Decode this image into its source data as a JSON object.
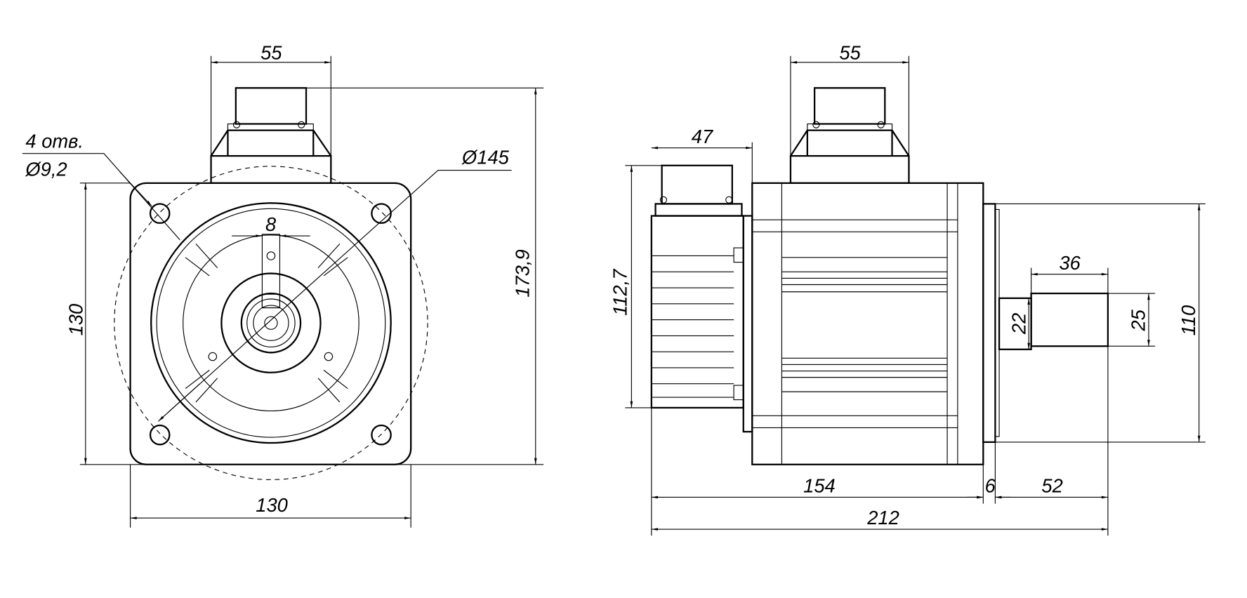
{
  "front_view": {
    "connector_width": "55",
    "holes_count": "4 отв.",
    "holes_diameter": "Ø9,2",
    "bolt_circle": "Ø145",
    "key_width": "8",
    "flange_height": "130",
    "flange_width": "130",
    "overall_height": "173,9"
  },
  "side_view": {
    "connector_width": "55",
    "encoder_length": "47",
    "encoder_height": "112,7",
    "body_length": "154",
    "flange_thickness": "6",
    "shaft_length": "52",
    "overall_length": "212",
    "key_length": "36",
    "shaft_diameter": "22",
    "shaft_key_height": "25",
    "pilot_diameter": "110"
  }
}
